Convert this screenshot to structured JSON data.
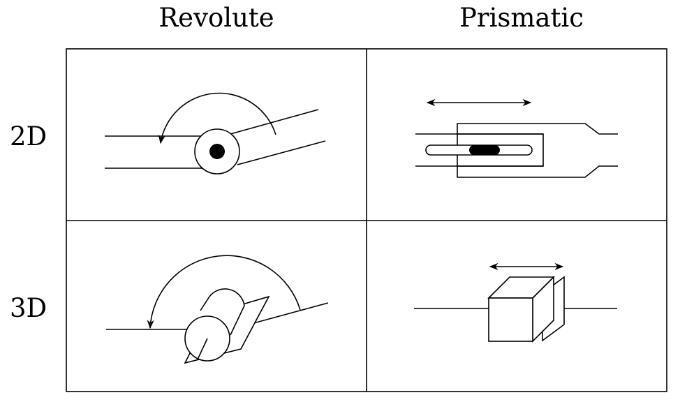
{
  "columns": [
    {
      "label": "Revolute"
    },
    {
      "label": "Prismatic"
    }
  ],
  "rows": [
    {
      "label": "2D"
    },
    {
      "label": "3D"
    }
  ]
}
